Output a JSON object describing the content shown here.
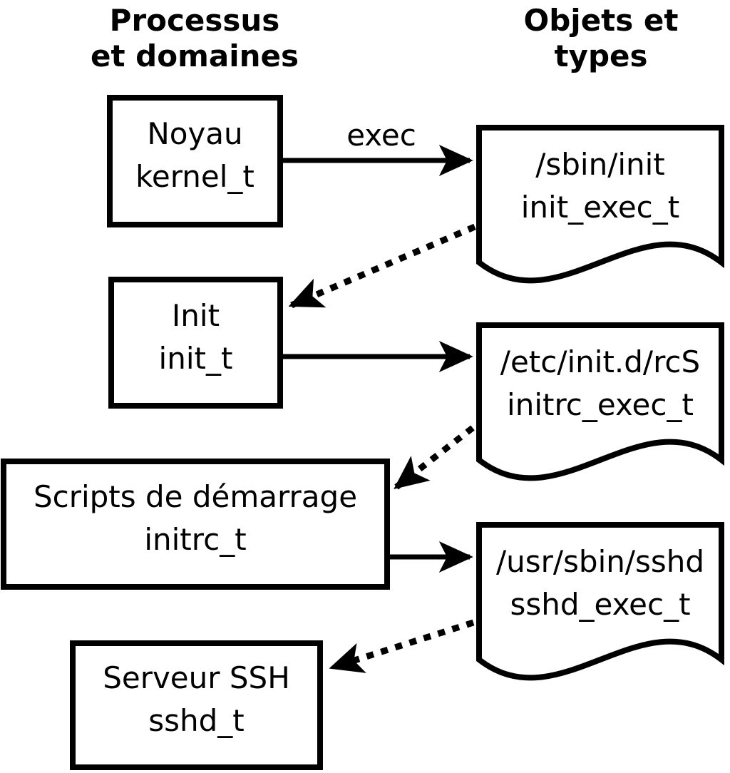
{
  "columns": {
    "processes": {
      "line1": "Processus",
      "line2": "et domaines"
    },
    "objects": {
      "line1": "Objets et",
      "line2": "types"
    }
  },
  "process_boxes": [
    {
      "name": "Noyau",
      "domain": "kernel_t"
    },
    {
      "name": "Init",
      "domain": "init_t"
    },
    {
      "name": "Scripts de démarrage",
      "domain": "initrc_t"
    },
    {
      "name": "Serveur SSH",
      "domain": "sshd_t"
    }
  ],
  "object_files": [
    {
      "path": "/sbin/init",
      "type": "init_exec_t"
    },
    {
      "path": "/etc/init.d/rcS",
      "type": "initrc_exec_t"
    },
    {
      "path": "/usr/sbin/sshd",
      "type": "sshd_exec_t"
    }
  ],
  "labels": {
    "exec": "exec"
  },
  "arrows": [
    {
      "from": "kernel_t",
      "to": "init_exec_t",
      "style": "solid",
      "label": "exec"
    },
    {
      "from": "init_exec_t",
      "to": "init_t",
      "style": "dotted",
      "label": ""
    },
    {
      "from": "init_t",
      "to": "initrc_exec_t",
      "style": "solid",
      "label": ""
    },
    {
      "from": "initrc_exec_t",
      "to": "initrc_t",
      "style": "dotted",
      "label": ""
    },
    {
      "from": "initrc_t",
      "to": "sshd_exec_t",
      "style": "solid",
      "label": ""
    },
    {
      "from": "sshd_exec_t",
      "to": "sshd_t",
      "style": "dotted",
      "label": ""
    }
  ],
  "colors": {
    "line": "#000000",
    "text": "#000000",
    "background": "#ffffff"
  }
}
